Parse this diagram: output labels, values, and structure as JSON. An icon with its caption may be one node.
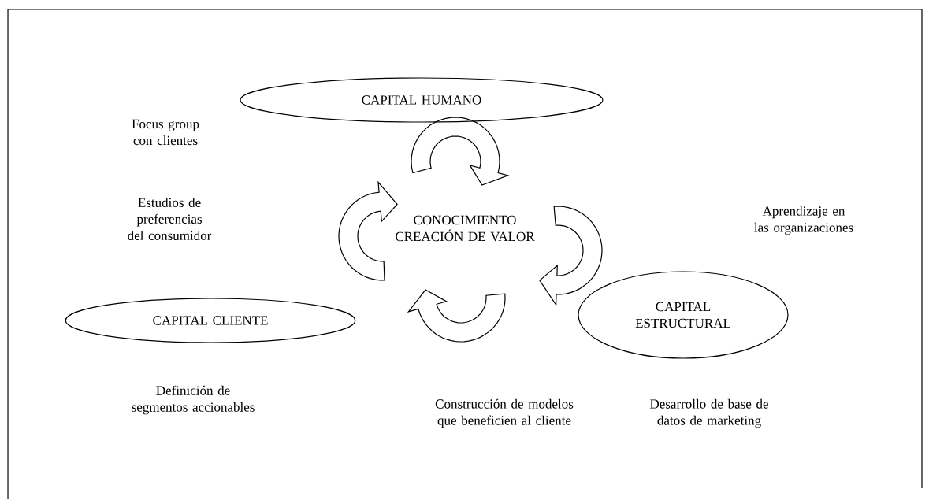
{
  "diagram": {
    "nodes": [
      {
        "text": [
          "CAPITAL HUMANO"
        ]
      },
      {
        "text": [
          "CAPITAL CLIENTE"
        ]
      },
      {
        "text": [
          "CAPITAL ESTRUCTURAL"
        ]
      }
    ],
    "labels": [
      "Focus group con clientes",
      "Estudios de preferencias del consumidor",
      "CONOCIMIENTO CREACIÓN DE VALOR",
      "Aprendizaje en las organizaciones",
      "Definición de segmentos accionables",
      "Construcción de modelos que beneficien al cliente",
      "Desarrollo de base de datos de marketing"
    ]
  }
}
